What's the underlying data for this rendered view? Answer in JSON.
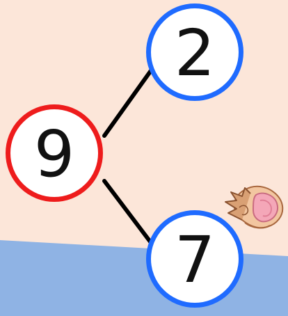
{
  "number_bond": {
    "total": "9",
    "part_top": "2",
    "part_bottom": "7"
  },
  "colors": {
    "background": "#fce6d9",
    "water": "#8fb3e4",
    "total_ring": "#ee1c1c",
    "part_ring": "#1f6bff",
    "connector": "#000000"
  },
  "decorations": {
    "shell_icon": "conch-shell-icon"
  }
}
